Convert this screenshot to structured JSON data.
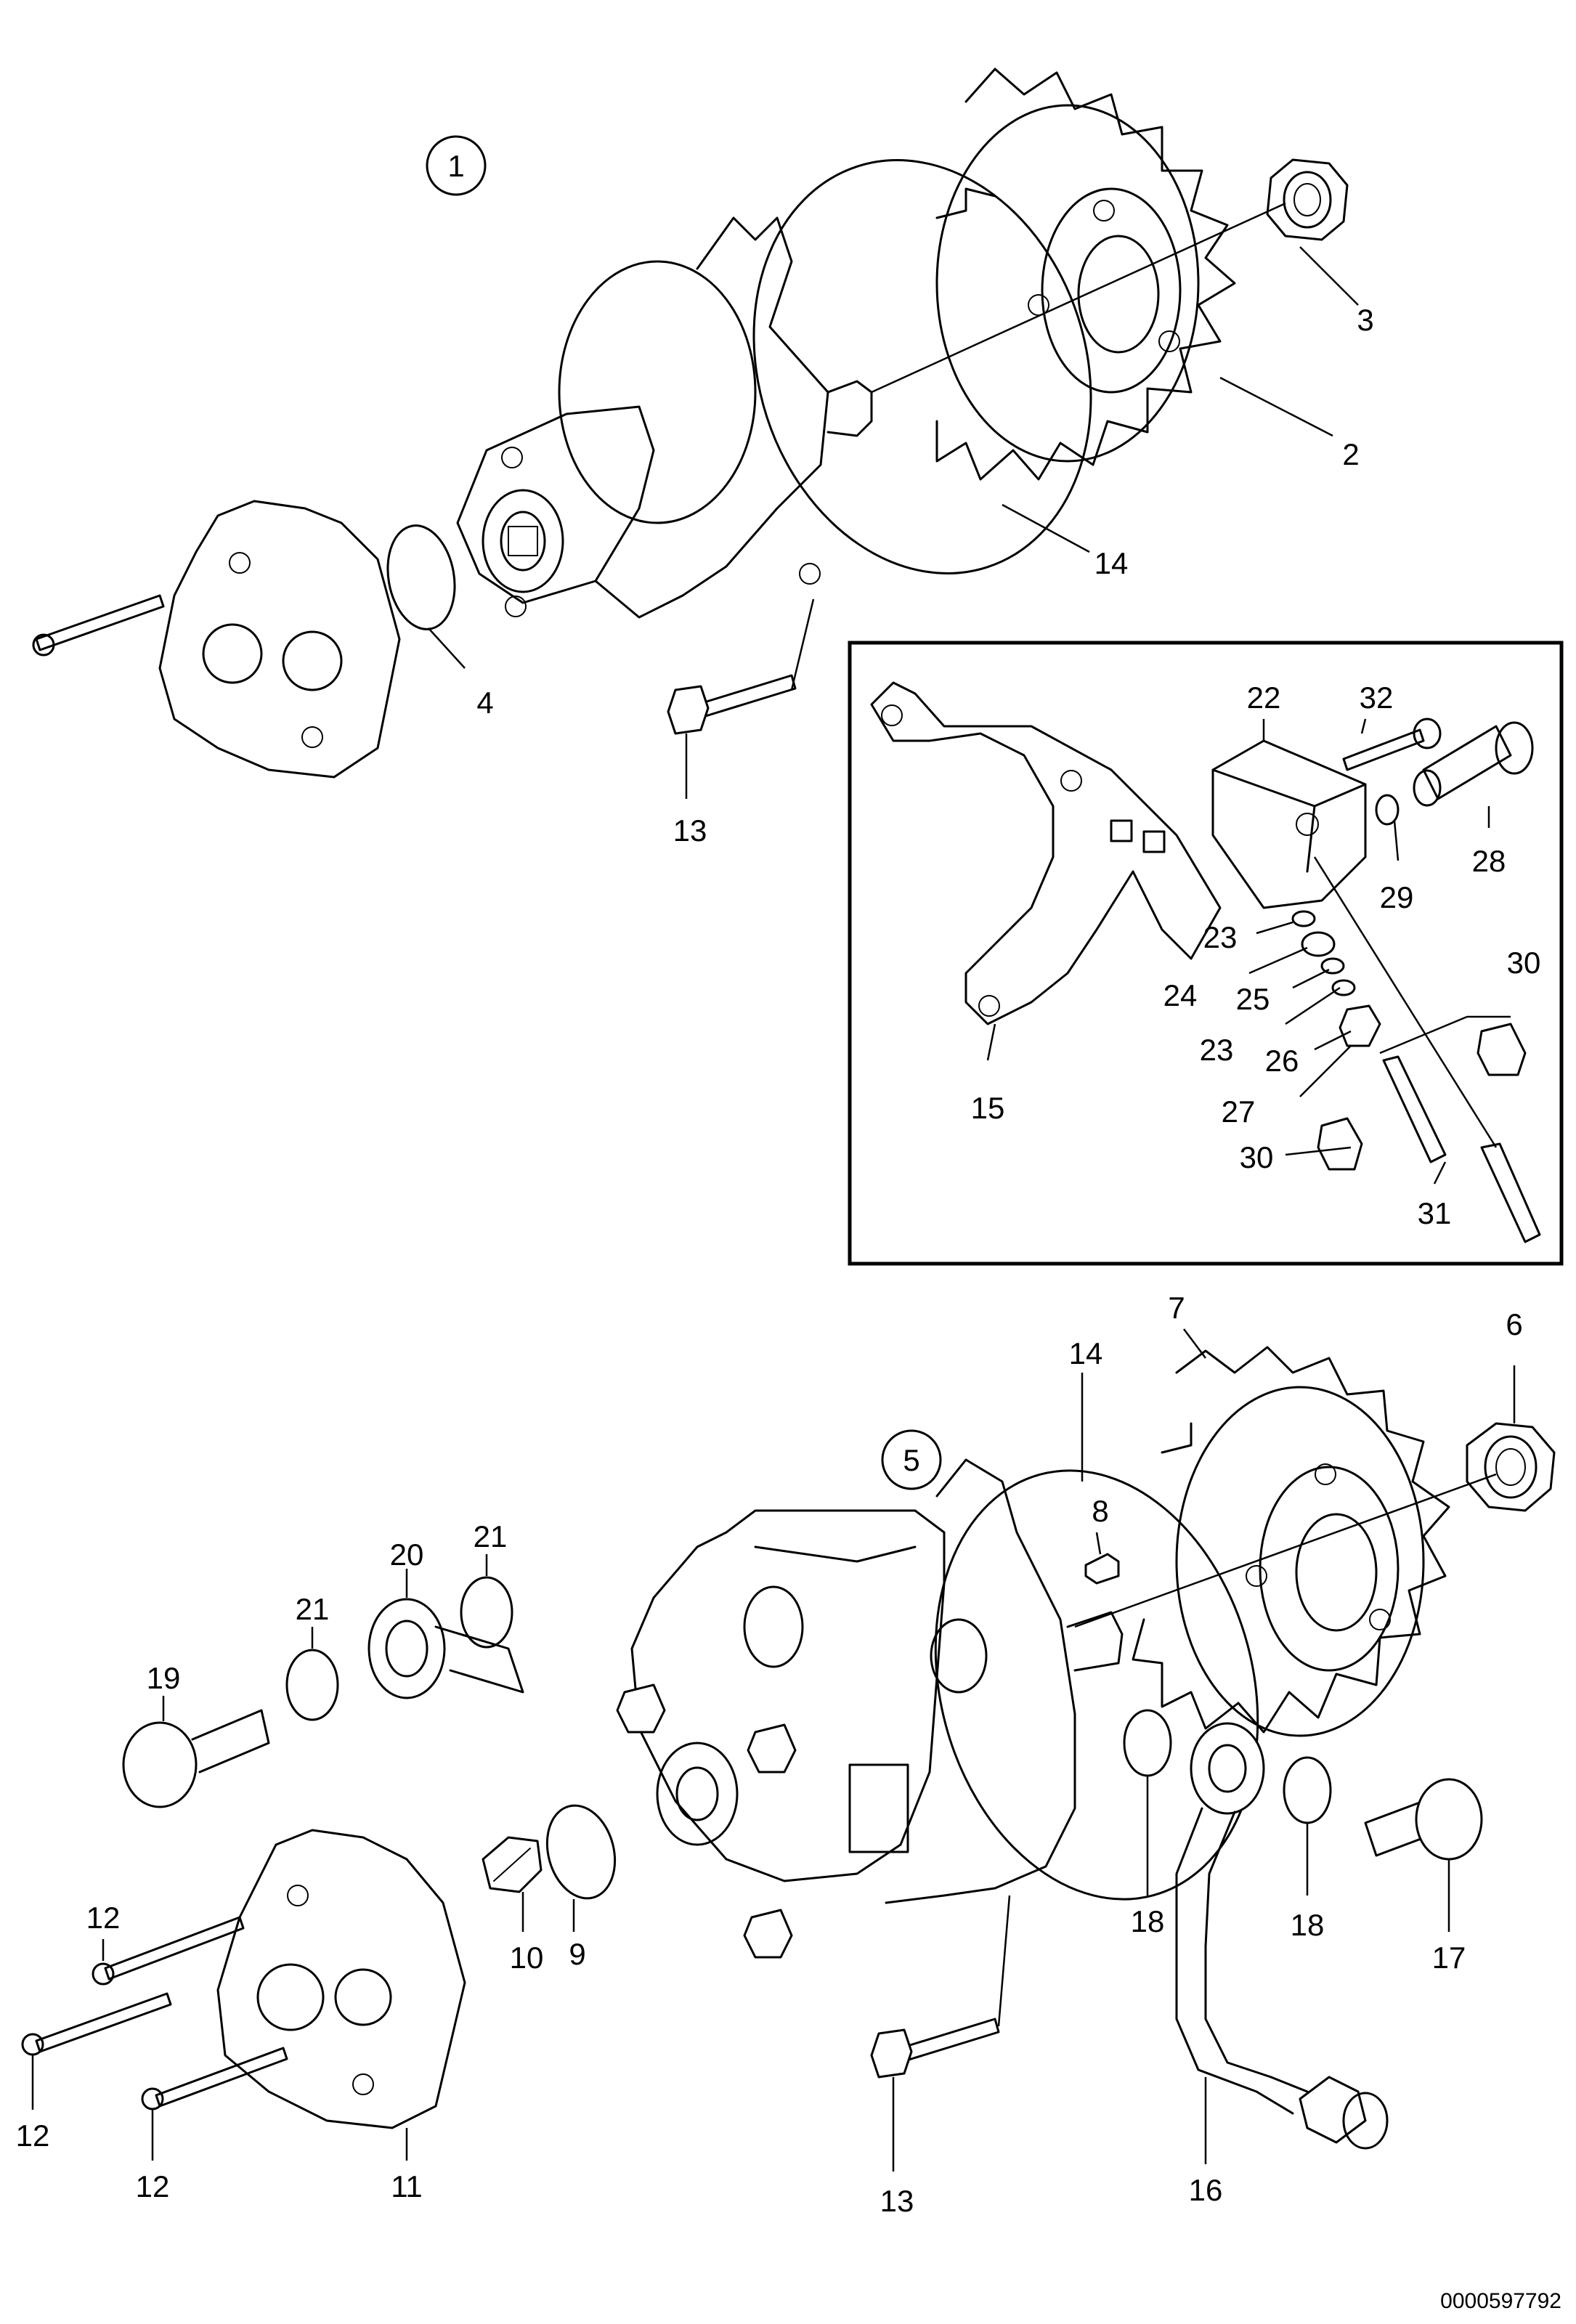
{
  "assembly_markers": {
    "upper": "1",
    "lower": "5"
  },
  "labels": {
    "p2": "2",
    "p3": "3",
    "p4": "4",
    "p13a": "13",
    "p14a": "14",
    "p15": "15",
    "p22": "22",
    "p32": "32",
    "p28": "28",
    "p29": "29",
    "p23a": "23",
    "p24": "24",
    "p25": "25",
    "p23b": "23",
    "p26": "26",
    "p27": "27",
    "p30a": "30",
    "p30b": "30",
    "p31": "31",
    "p7": "7",
    "p6": "6",
    "p14b": "14",
    "p8": "8",
    "p21a": "21",
    "p20": "20",
    "p21b": "21",
    "p19": "19",
    "p12a": "12",
    "p12b": "12",
    "p12c": "12",
    "p11": "11",
    "p10": "10",
    "p9": "9",
    "p18a": "18",
    "p18b": "18",
    "p17": "17",
    "p13b": "13",
    "p16": "16"
  },
  "drawing_number": "0000597792"
}
